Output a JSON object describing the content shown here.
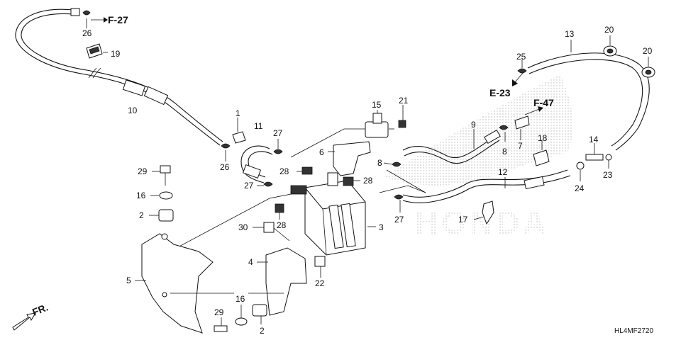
{
  "diagram": {
    "callouts": {
      "c1": "1",
      "c2a": "2",
      "c2b": "2",
      "c3": "3",
      "c4": "4",
      "c5": "5",
      "c6": "6",
      "c7": "7",
      "c8a": "8",
      "c8b": "8",
      "c9": "9",
      "c10": "10",
      "c11": "11",
      "c12": "12",
      "c13": "13",
      "c14": "14",
      "c15": "15",
      "c16a": "16",
      "c16b": "16",
      "c17": "17",
      "c18": "18",
      "c19": "19",
      "c20a": "20",
      "c20b": "20",
      "c21": "21",
      "c22": "22",
      "c23": "23",
      "c24": "24",
      "c25": "25",
      "c26a": "26",
      "c26b": "26",
      "c27a": "27",
      "c27b": "27",
      "c27c": "27",
      "c28a": "28",
      "c28b": "28",
      "c28c": "28",
      "c29a": "29",
      "c29b": "29",
      "c30": "30"
    },
    "references": {
      "f27": "F-27",
      "f47": "F-47",
      "e23": "E-23"
    },
    "direction_label": "FR.",
    "diagram_code": "HL4MF2720",
    "watermark": "HONDA",
    "colors": {
      "line": "#111111",
      "watermark_dots": "#b8b8b8",
      "background": "#ffffff"
    }
  }
}
